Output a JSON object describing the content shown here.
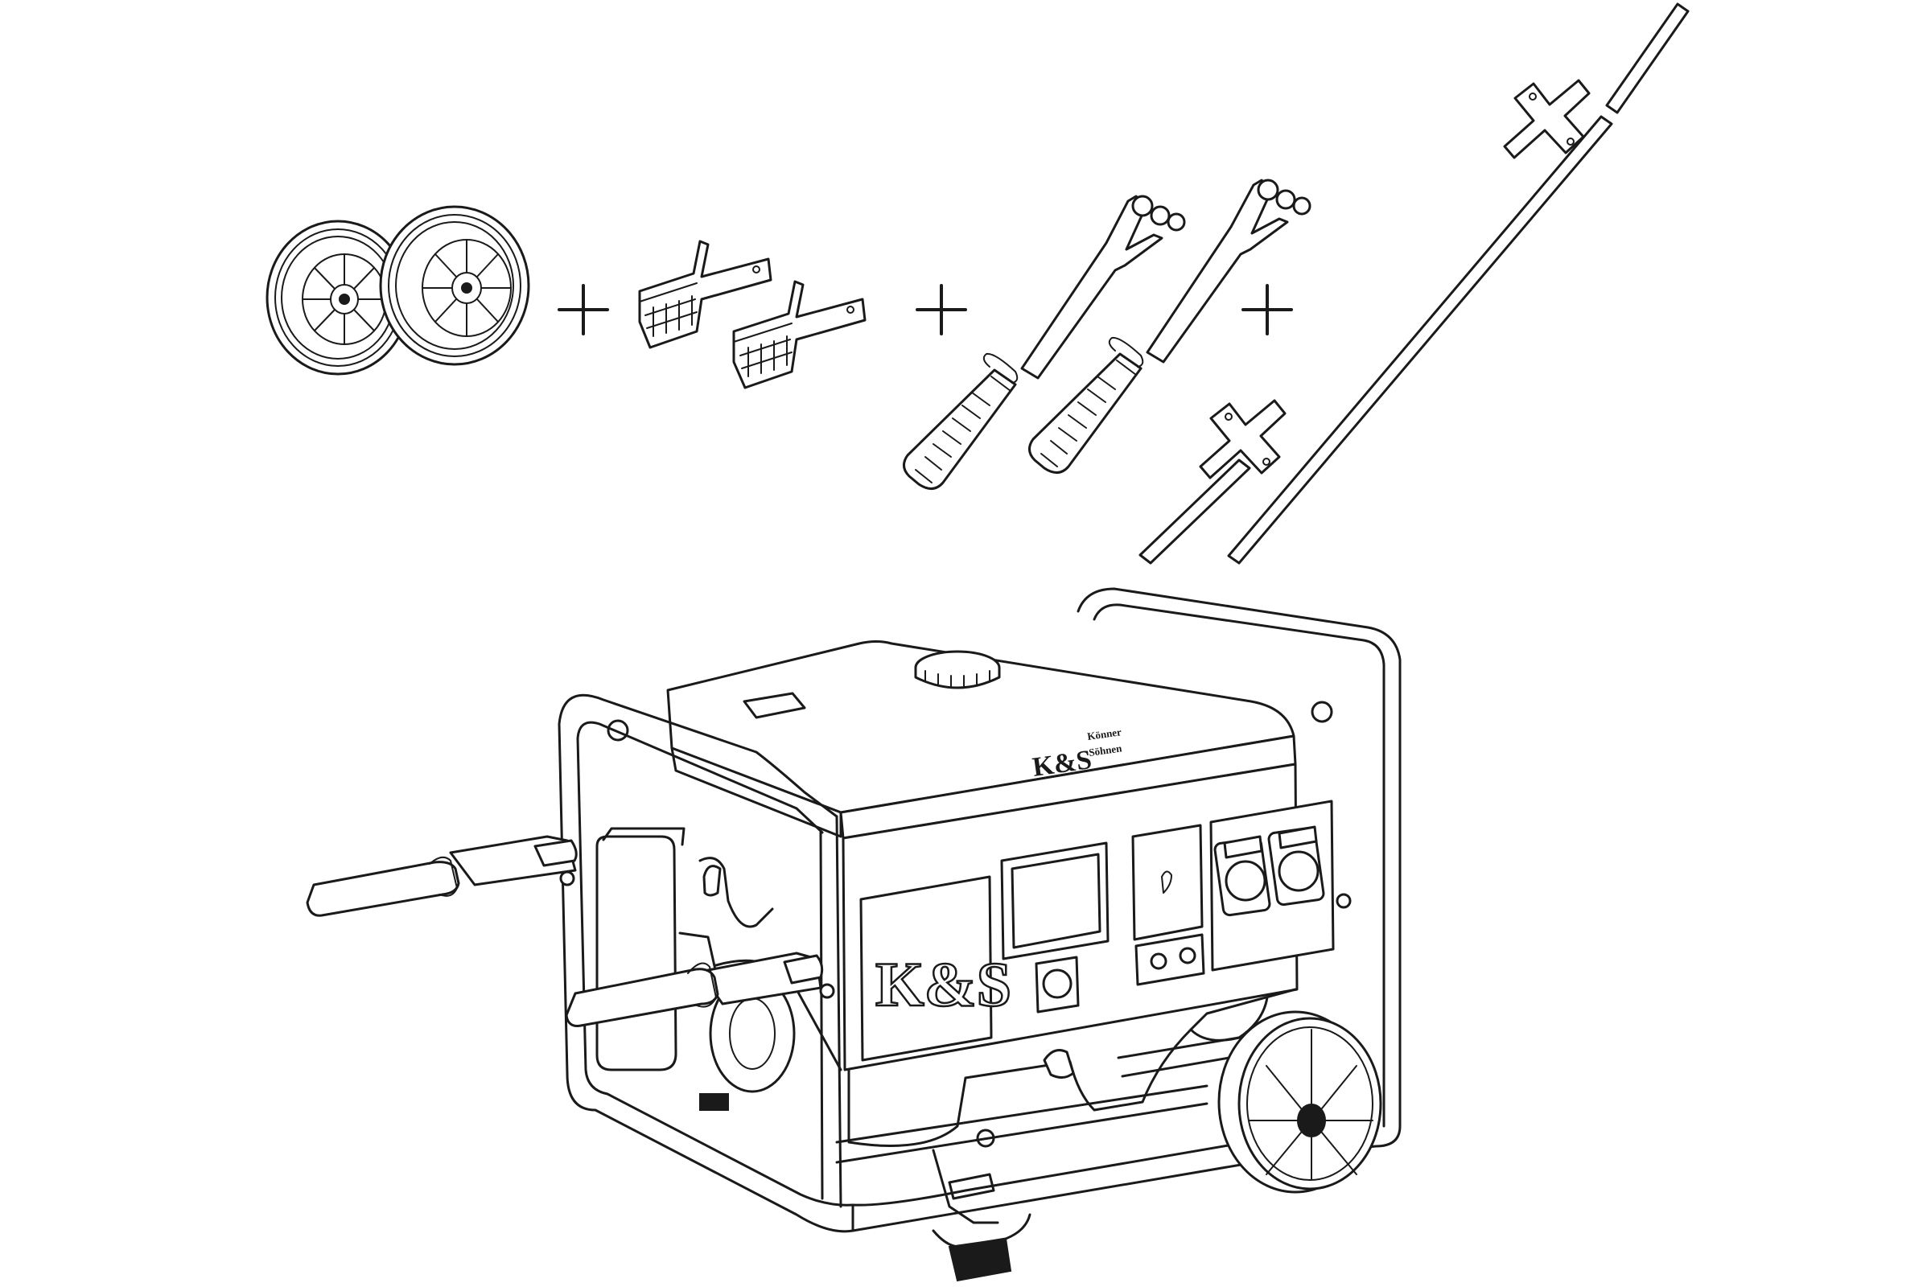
{
  "diagram": {
    "brand": {
      "logo_big": "K&S",
      "logo_tank": "K&S",
      "tank_name_line1": "Könner",
      "tank_name_line2": "Söhnen"
    },
    "kit_items": [
      "wheel-pair",
      "support-feet-pair",
      "handle-pair",
      "axle"
    ],
    "connectors": [
      "+",
      "+",
      "+"
    ],
    "colors": {
      "line": "#1a1a1a",
      "background": "#ffffff"
    }
  }
}
